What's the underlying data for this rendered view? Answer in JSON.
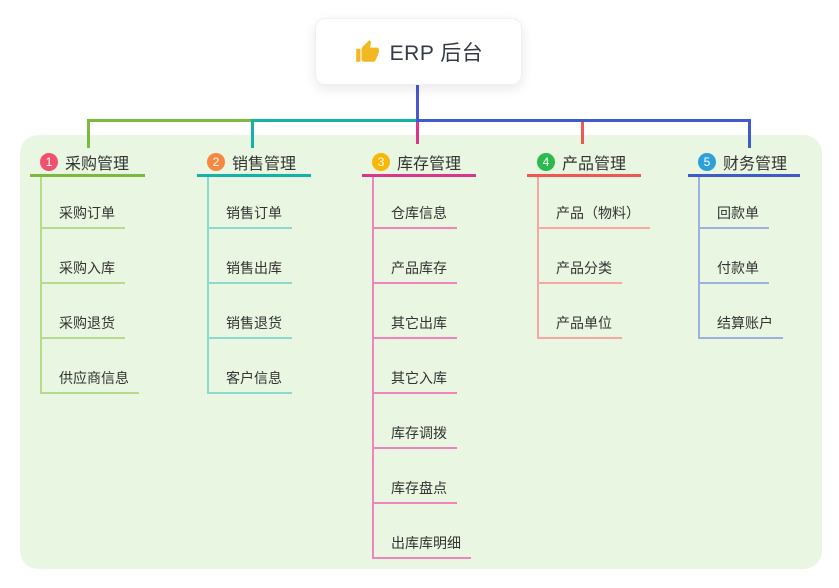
{
  "root": {
    "title": "ERP 后台",
    "icon": "thumbs-up",
    "icon_color": "#f2b824"
  },
  "connectors": {
    "trunk_color": "#4a57d0"
  },
  "branches": [
    {
      "number": "1",
      "label": "采购管理",
      "colors": {
        "badge": "#f1506e",
        "line": "#7db93e",
        "child_line": "#b7da8c"
      },
      "children": [
        "采购订单",
        "采购入库",
        "采购退货",
        "供应商信息"
      ]
    },
    {
      "number": "2",
      "label": "销售管理",
      "colors": {
        "badge": "#f6883f",
        "line": "#13b3a6",
        "child_line": "#8ed8cf"
      },
      "children": [
        "销售订单",
        "销售出库",
        "销售退货",
        "客户信息"
      ]
    },
    {
      "number": "3",
      "label": "库存管理",
      "colors": {
        "badge": "#f9b708",
        "line": "#d8378d",
        "child_line": "#ef85bc"
      },
      "children": [
        "仓库信息",
        "产品库存",
        "其它出库",
        "其它入库",
        "库存调拨",
        "库存盘点",
        "出库库明细"
      ]
    },
    {
      "number": "4",
      "label": "产品管理",
      "colors": {
        "badge": "#2cb94d",
        "line": "#f25853",
        "child_line": "#f8a8a4"
      },
      "children": [
        "产品（物料）",
        "产品分类",
        "产品单位"
      ]
    },
    {
      "number": "5",
      "label": "财务管理",
      "colors": {
        "badge": "#2da0d9",
        "line": "#3e5bc9",
        "child_line": "#9db1e0"
      },
      "children": [
        "回款单",
        "付款单",
        "结算账户"
      ]
    }
  ]
}
